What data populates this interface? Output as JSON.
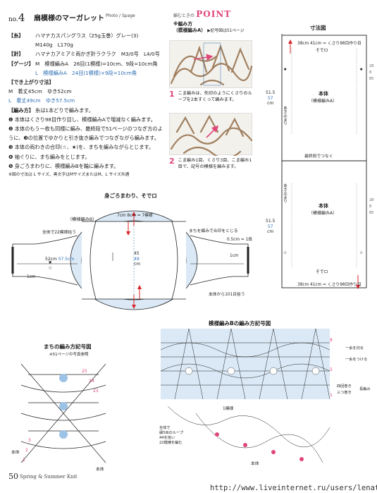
{
  "header": {
    "no_label": "no.",
    "no_value": "4",
    "title": "扇模様のマーガレット",
    "photo_credit": "Photo / Spage"
  },
  "specs": {
    "yarn_label": "【糸】",
    "yarn_value": "ハマナカスパングラス（25g玉巻）グレー(3)",
    "yarn_amounts": "M140g　L170g",
    "needle_label": "【針】",
    "needle_value": "ハマナカアミアミ両かぎ針ラクラク　M3/0号　L4/0号",
    "gauge_label": "【ゲージ】",
    "gauge_m": "M　模様編みA　26目(1模様)=10cm、9段=10cm角",
    "gauge_l": "L　模様編みA　24目(1模様)×9段=10cm角",
    "size_label": "【でき上がり寸法】",
    "size_m": "M　着丈45cm　ゆき52cm",
    "size_l": "L　着丈49cm　ゆき57.5cm",
    "method_label": "【編み方】",
    "method_intro": "糸は1本どりで編みます。",
    "steps": [
      "❶ 本体はくさり98目作り目し、模様編みAで増減なく編みます。",
      "❷ 本体のもう一枚も同様に編み、最終段で51ページのつなぎ方のように、❸の位置でゆかりと引き抜き編みでつなぎながら編みます。",
      "❸ 本体の両わきの合印(☆、★)を、まちを編みながらとじます。",
      "❹ 袖ぐりに、まち編みをとじます。",
      "❺ 身ごろまわりに、模様編みBを輪に編みます。"
    ],
    "note": "※図の寸法は L サイズ、黒文字はMサイズまたはM、L サイズ共通"
  },
  "point": {
    "label_small": "編むときの",
    "label_big": "POINT",
    "item_title": "※編み方",
    "item_sub": "（模様編みA）",
    "item_ref": "▶記号図は51ページ",
    "captions": [
      {
        "num": "1",
        "text": "こま編みは、矢印のようにくさりのループを2本すくって編みます。"
      },
      {
        "num": "2",
        "text": "こま編み1目、くさり3目、こま編み1目で、記号の模様を編みます。"
      }
    ]
  },
  "size_chart": {
    "title": "寸法図",
    "top_width": "38cm 41cm = くさり98目作り目",
    "top_label": "そでロ",
    "body_a": "本体",
    "body_a_sub": "（模様編みA）",
    "height_black": "51.5",
    "height_blue": "57",
    "height_unit": "cm",
    "side_open": "あき止まり",
    "join_label": "最終段でつなぐ",
    "body_b": "本体",
    "body_b_sub": "（模様編みA）",
    "bottom_label": "そでロ",
    "bottom_width": "38cm 41cm = くさり98目作り目",
    "right_nums": [
      "28",
      "8",
      "85",
      "28",
      "8",
      "85"
    ]
  },
  "assembly": {
    "title": "身ごろまわり、そでロ",
    "pattern_b_label": "（模様編みB）",
    "loop_label": "全体で22模様拾う",
    "top_dims": "7cm 8cm = 7模様",
    "height_black": "45",
    "height_blue": "49",
    "height_unit": "cm",
    "width_black": "52",
    "width_blue": "57.5",
    "width_unit": "cm",
    "left_dim": "1cm",
    "gusset_note": "まちを編みで合印をとじる",
    "right_dim": "0.5cm = 1段",
    "right_small": "1cm",
    "pickup_note": "本体から101目拾う",
    "stars": [
      "★",
      "☆"
    ]
  },
  "pattern_b": {
    "title": "模様編みBの編み方記号図",
    "left_note_1": "全体で",
    "left_note_2": "縁5目のループ",
    "left_note_3": "44を拾い",
    "left_note_4": "22模様を編む",
    "one_pattern": "1模様",
    "body_label": "本体",
    "right_labels": [
      "四回巻き",
      "三つ巻き",
      "長編み"
    ],
    "legend": [
      "一糸を切る",
      "一糸をつける"
    ],
    "row_nums": [
      "8",
      "5",
      "1"
    ]
  },
  "gusset": {
    "title": "まちの編み方記号図",
    "ref": "※51ページの写真参照",
    "body_label": "本体",
    "nums": [
      "25",
      "24",
      "23",
      "3",
      "2",
      "1"
    ]
  },
  "footer": {
    "page_num": "50",
    "publication": "Spring & Summer Knit",
    "url": "http://www.liveinternet.ru/users/lenatt/"
  },
  "colors": {
    "accent_pink": "#e0457b",
    "accent_blue": "#2e6fb5",
    "accent_red": "#d8262a",
    "yarn_brown": "#a08060"
  }
}
